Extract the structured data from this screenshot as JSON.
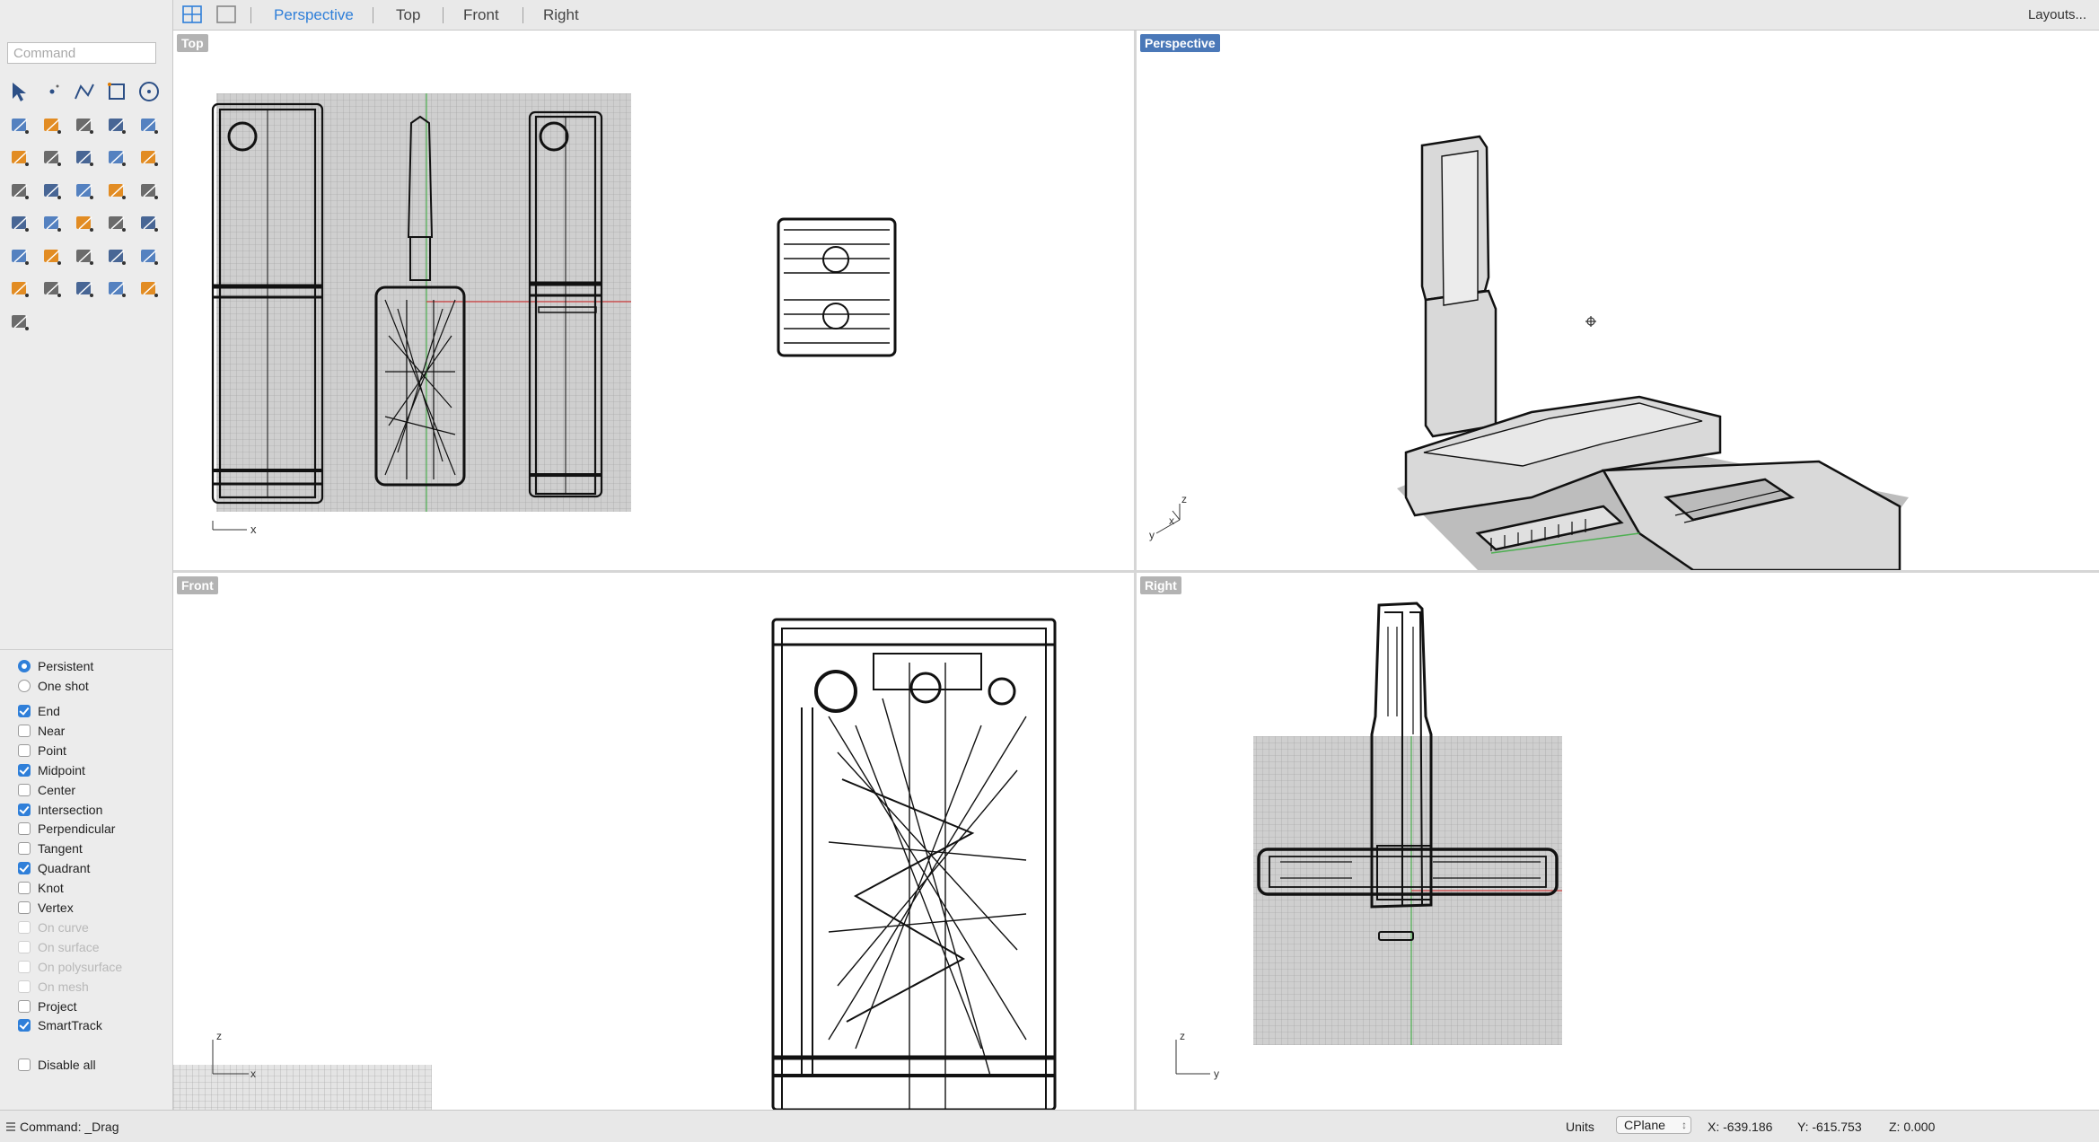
{
  "command_input": {
    "placeholder": "Command"
  },
  "toolbar": {
    "tools": [
      "select-arrow-icon",
      "point-icon",
      "polyline-icon",
      "curve-icon",
      "circle-icon",
      "ellipse-icon",
      "arc-icon",
      "rectangle-icon",
      "polygon-icon",
      "fillet-curve-icon",
      "surface-icon",
      "loft-icon",
      "box-icon",
      "sphere-icon",
      "cylinder-icon",
      "extrude-icon",
      "boolean-icon",
      "move-icon",
      "trim-icon",
      "split-icon",
      "lock-icon",
      "group-icon",
      "rotate-icon",
      "scale-icon",
      "text-icon",
      "transform-icon",
      "array-icon",
      "cutting-plane-icon",
      "solid-edit-icon",
      "dimension-icon",
      "grid-icon",
      "analyze-icon",
      "render-icon",
      "check-icon",
      "zoom-object-icon",
      "paint-bucket-icon"
    ]
  },
  "view_tabs": {
    "active": "Perspective",
    "tabs": [
      "Perspective",
      "Top",
      "Front",
      "Right"
    ],
    "layouts": "Layouts..."
  },
  "viewports": {
    "top": {
      "label": "Top",
      "axis_x": "x"
    },
    "perspective": {
      "label": "Perspective",
      "axis_z": "z",
      "axis_x": "x",
      "axis_y": "y"
    },
    "front": {
      "label": "Front",
      "axis_z": "z",
      "axis_x": "x"
    },
    "right": {
      "label": "Right",
      "axis_z": "z",
      "axis_y": "y"
    }
  },
  "osnap": {
    "mode_persistent": "Persistent",
    "mode_one_shot": "One shot",
    "mode_selected": "Persistent",
    "items": [
      {
        "label": "End",
        "checked": true,
        "enabled": true
      },
      {
        "label": "Near",
        "checked": false,
        "enabled": true
      },
      {
        "label": "Point",
        "checked": false,
        "enabled": true
      },
      {
        "label": "Midpoint",
        "checked": true,
        "enabled": true
      },
      {
        "label": "Center",
        "checked": false,
        "enabled": true
      },
      {
        "label": "Intersection",
        "checked": true,
        "enabled": true
      },
      {
        "label": "Perpendicular",
        "checked": false,
        "enabled": true
      },
      {
        "label": "Tangent",
        "checked": false,
        "enabled": true
      },
      {
        "label": "Quadrant",
        "checked": true,
        "enabled": true
      },
      {
        "label": "Knot",
        "checked": false,
        "enabled": true
      },
      {
        "label": "Vertex",
        "checked": false,
        "enabled": true
      },
      {
        "label": "On curve",
        "checked": false,
        "enabled": false
      },
      {
        "label": "On surface",
        "checked": false,
        "enabled": false
      },
      {
        "label": "On polysurface",
        "checked": false,
        "enabled": false
      },
      {
        "label": "On mesh",
        "checked": false,
        "enabled": false
      },
      {
        "label": "Project",
        "checked": false,
        "enabled": true
      },
      {
        "label": "SmartTrack",
        "checked": true,
        "enabled": true
      }
    ],
    "disable_all": "Disable all"
  },
  "status": {
    "command": "Command: _Drag",
    "units": "Units",
    "cplane": "CPlane",
    "x": "X: -639.186",
    "y": "Y: -615.753",
    "z": "Z: 0.000"
  },
  "colors": {
    "accent": "#2f7fd9",
    "active_viewport": "#4a78b8"
  }
}
